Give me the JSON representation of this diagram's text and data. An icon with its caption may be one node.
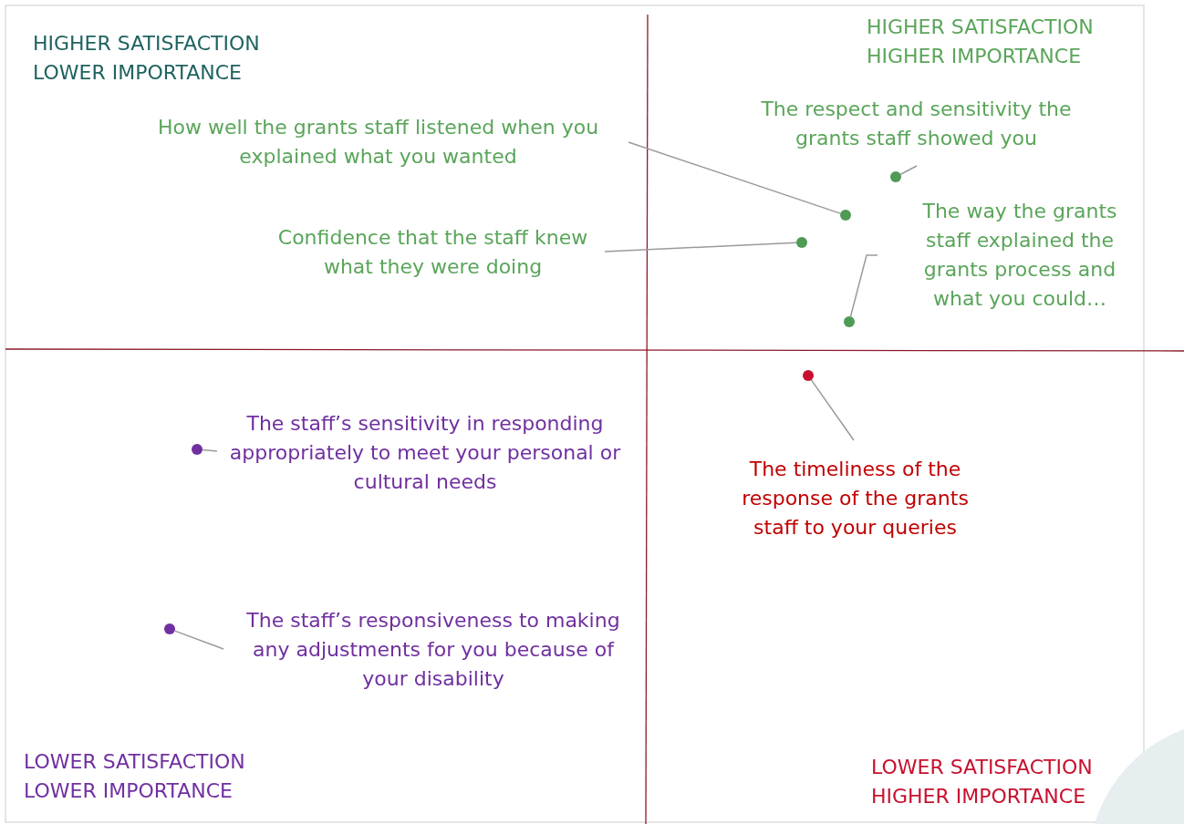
{
  "diagram": {
    "nodes": [
      {
        "text": [
          "How well the grants staff listened when you explained what you wanted"
        ]
      },
      {
        "text": [],
        "shape": "circle"
      },
      {
        "text": [
          "The respect and sensitivity the grants staff showed you"
        ]
      },
      {
        "text": [],
        "shape": "circle"
      },
      {
        "text": [
          "Confidence that the staff knew what they were doing"
        ]
      },
      {
        "text": [],
        "shape": "circle"
      },
      {
        "text": [
          "The way the grants staff explained the grants process and what you could…"
        ]
      },
      {
        "text": [],
        "shape": "circle"
      },
      {
        "text": [],
        "shape": "circle"
      },
      {
        "text": [
          "The timeliness of the response of the grants staff to your queries"
        ]
      },
      {
        "text": [],
        "shape": "circle"
      },
      {
        "text": [
          "The staff’s sensitivity in responding appropriately to meet your personal or cultural needs"
        ]
      },
      {
        "text": [],
        "shape": "circle"
      },
      {
        "text": [
          "The staff’s responsiveness to making any adjustments for you because of your disability"
        ]
      }
    ],
    "edges": [
      {
        "from": 0,
        "to": 1,
        "arrow": "none"
      },
      {
        "from": 2,
        "to": 3,
        "arrow": "none"
      },
      {
        "from": 4,
        "to": 5,
        "arrow": "none"
      },
      {
        "from": 6,
        "to": 7,
        "arrow": "none"
      },
      {
        "from": 9,
        "to": 8,
        "arrow": "none"
      },
      {
        "from": 11,
        "to": 10,
        "arrow": "none"
      },
      {
        "from": 13,
        "to": 12,
        "arrow": "none"
      }
    ],
    "labels": [
      "HIGHER SATISFACTION LOWER IMPORTANCE",
      "HIGHER SATISFACTION HIGHER IMPORTANCE",
      "LOWER SATISFACTION LOWER IMPORTANCE",
      "LOWER SATISFACTION HIGHER IMPORTANCE"
    ]
  }
}
